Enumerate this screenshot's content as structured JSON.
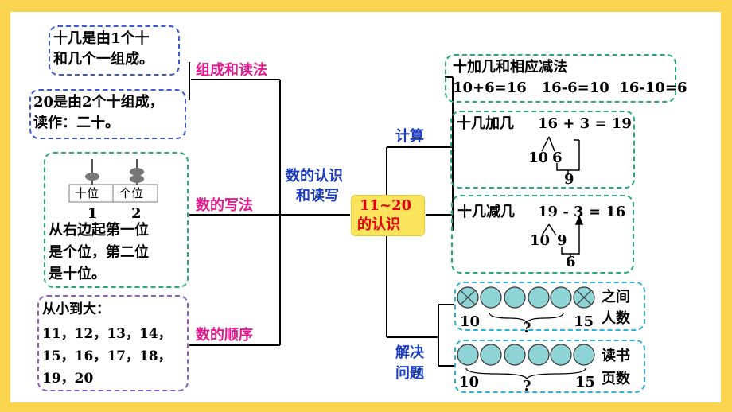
{
  "center": {
    "line1": "11~20",
    "line2": "的认识"
  },
  "middle_label": {
    "line1": "数的认识",
    "line2": "和读写"
  },
  "left": {
    "composition": {
      "label": "组成和读法",
      "box1": [
        "十几是由1个十",
        "和几个一组成。"
      ],
      "box2": [
        "20是由2个十组成，",
        "读作：二十。"
      ]
    },
    "writing": {
      "label": "数的写法",
      "abacus_tens": "十位",
      "abacus_ones": "个位",
      "digit_tens": "1",
      "digit_ones": "2",
      "text": [
        "从右边起第一位",
        "是个位，第二位",
        "是十位。"
      ]
    },
    "order": {
      "label": "数的顺序",
      "lines": [
        "从小到大：",
        "11，12，13，14，",
        "15，16，17，18，",
        "19，20"
      ]
    }
  },
  "right": {
    "calc_label": "计算",
    "box1": {
      "title": "十加几和相应减法",
      "equations": "10+6=16   16-6=10  16-10=6"
    },
    "box2": {
      "title": "十几加几",
      "equation": "16 + 3 = 19",
      "ten": "10",
      "six": "6",
      "nine": "9"
    },
    "box3": {
      "title": "十几减几",
      "equation": "19 - 3 = 16",
      "ten": "10",
      "nine": "9",
      "six": "6"
    },
    "solve_label": [
      "解决",
      "问题"
    ],
    "problem1": {
      "start": "10",
      "end": "15",
      "question": "?",
      "text": [
        "之间",
        "人数"
      ]
    },
    "problem2": {
      "start": "10",
      "end": "15",
      "question": "?",
      "text": [
        "读书",
        "页数"
      ]
    }
  },
  "colors": {
    "background": "#fbd44f",
    "pink": "#e0198e",
    "blue": "#1a3bbf",
    "circle_fill": "#8ed3d5",
    "center_fill": "#fbe35c",
    "center_text": "#e60012"
  }
}
